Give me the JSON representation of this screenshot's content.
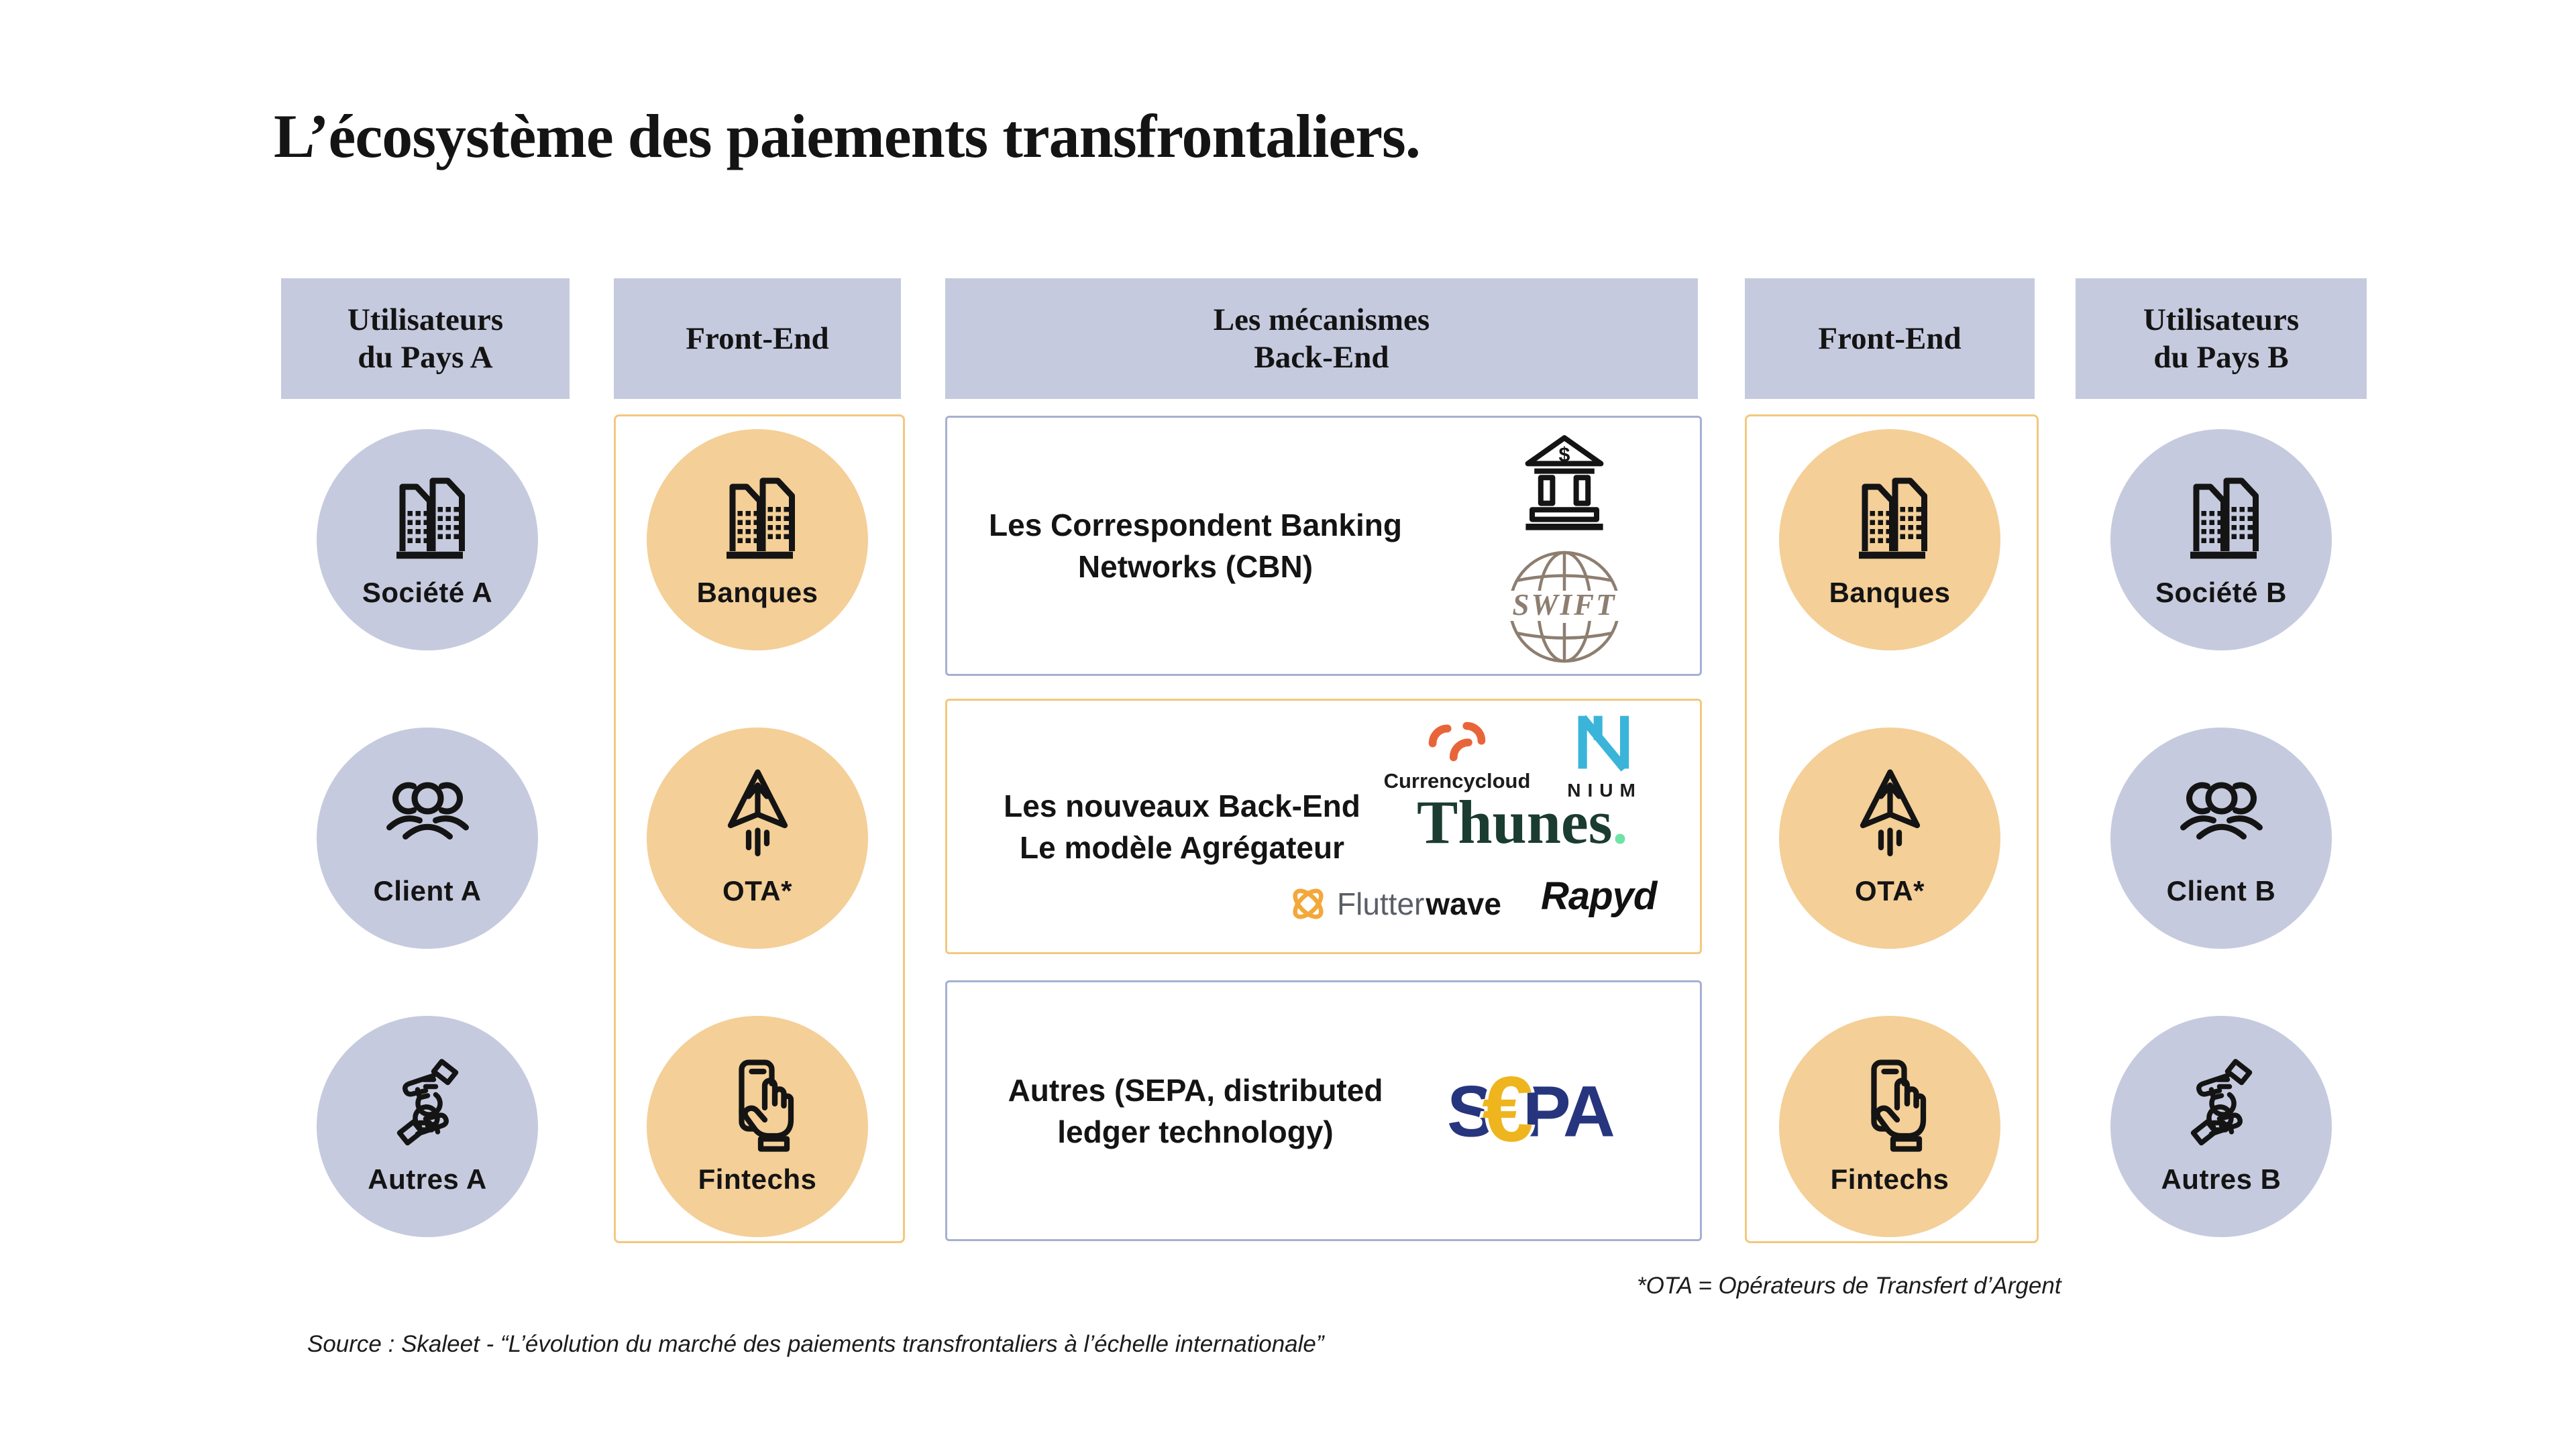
{
  "title": "L’écosystème des paiements transfrontaliers.",
  "headers": {
    "users_a": "Utilisateurs\ndu Pays A",
    "front_end_left": "Front-End",
    "backend": "Les mécanismes\nBack-End",
    "front_end_right": "Front-End",
    "users_b": "Utilisateurs\ndu Pays B"
  },
  "users_a": {
    "items": [
      {
        "label": "Société A",
        "icon": "buildings-icon"
      },
      {
        "label": "Client A",
        "icon": "people-group-icon"
      },
      {
        "label": "Autres A",
        "icon": "exchange-hands-icon"
      }
    ]
  },
  "front_end_left": {
    "items": [
      {
        "label": "Banques",
        "icon": "buildings-icon"
      },
      {
        "label": "OTA*",
        "icon": "send-arrow-icon"
      },
      {
        "label": "Fintechs",
        "icon": "phone-tap-icon"
      }
    ]
  },
  "front_end_right": {
    "items": [
      {
        "label": "Banques",
        "icon": "buildings-icon"
      },
      {
        "label": "OTA*",
        "icon": "send-arrow-icon"
      },
      {
        "label": "Fintechs",
        "icon": "phone-tap-icon"
      }
    ]
  },
  "users_b": {
    "items": [
      {
        "label": "Société B",
        "icon": "buildings-icon"
      },
      {
        "label": "Client B",
        "icon": "people-group-icon"
      },
      {
        "label": "Autres B",
        "icon": "exchange-hands-icon"
      }
    ]
  },
  "backend": {
    "box_cbn": {
      "text": "Les Correspondent Banking\nNetworks (CBN)",
      "swift_label": "SWIFT"
    },
    "box_aggregator": {
      "text": "Les nouveaux Back-End\nLe modèle Agrégateur",
      "logos": {
        "currencycloud": "Currencycloud",
        "nium": "NIUM",
        "thunes": "Thunes",
        "thunes_dot": ".",
        "flutterwave_part1": "Flutter",
        "flutterwave_part2": "wave",
        "rapyd": "Rapyd"
      }
    },
    "box_others": {
      "text": "Autres (SEPA, distributed\nledger technology)",
      "sepa": {
        "s": "S",
        "euro": "€",
        "pa": "PA"
      }
    }
  },
  "footnote": "*OTA = Opérateurs de Transfert d’Argent",
  "source": "Source : Skaleet - “L’évolution du marché des paiements transfrontaliers à l’échelle internationale”",
  "colors": {
    "lavender": "#c6cade",
    "orange_fill": "#f4cf97",
    "orange_border": "#f3c87e",
    "blue_border": "#a6b0d2",
    "ink": "#141414",
    "swift_brown": "#8e7e70",
    "sepa_blue": "#26357d",
    "sepa_gold": "#eeb51e",
    "currencycloud_orange": "#e8653a",
    "nium_blue": "#3ab5d9",
    "thunes_green": "#1b3c30",
    "thunes_dot": "#6fe3a5",
    "flutterwave_orange": "#f2a83a",
    "flutterwave_gray": "#5a5e66",
    "rapyd_black": "#111111"
  }
}
